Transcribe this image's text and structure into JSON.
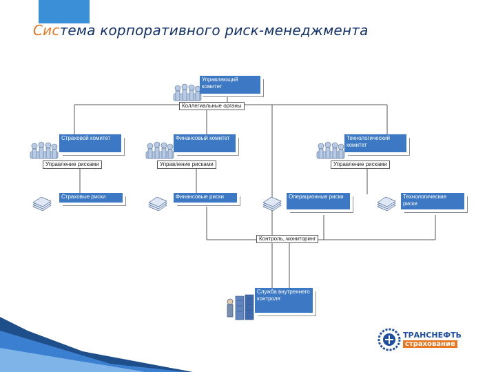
{
  "title": {
    "accent": "Сис",
    "rest": "тема корпоративного риск-менеджмента"
  },
  "boxes": {
    "mgmt_committee": "Управляющий комитет",
    "insurance_committee": "Страховой комитет",
    "financial_committee": "Финансовый комитет",
    "tech_committee": "Технологический комитет",
    "insurance_risks": "Страховые риски",
    "financial_risks": "Финансовые риски",
    "operational_risks": "Операционные риски",
    "tech_risks": "Технологические риски",
    "internal_control": "Служба внутреннего контроля"
  },
  "labels": {
    "collegial": "Коллегиальные органы",
    "risk_mgmt": "Управление рисками",
    "control": "Контроль, мониторинг"
  },
  "logo": {
    "name": "ТРАНСНЕФТЬ",
    "sub": "страхование"
  },
  "colors": {
    "box": "#3c78c3",
    "accent": "#e87722",
    "title": "#12306a",
    "corner": "#3b8fd6"
  }
}
